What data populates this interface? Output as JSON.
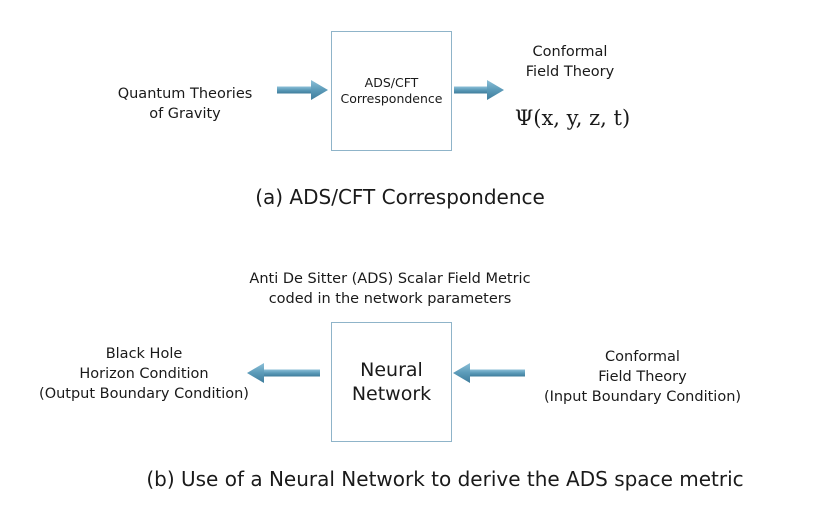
{
  "panel_a": {
    "input_label_line1": "Quantum Theories",
    "input_label_line2": "of Gravity",
    "box_line1": "ADS/CFT",
    "box_line2": "Correspondence",
    "output_label_line1": "Conformal",
    "output_label_line2": "Field Theory",
    "formula": "Ψ(x, y, z, t)",
    "caption": "(a) ADS/CFT Correspondence"
  },
  "panel_b": {
    "top_label_line1": "Anti De Sitter (ADS) Scalar Field Metric",
    "top_label_line2": "coded in the network parameters",
    "box_line1": "Neural",
    "box_line2": "Network",
    "left_label_line1": "Black Hole",
    "left_label_line2": "Horizon Condition",
    "left_label_line3": "(Output Boundary Condition)",
    "right_label_line1": "Conformal",
    "right_label_line2": "Field Theory",
    "right_label_line3": "(Input Boundary Condition)",
    "caption": "(b) Use of a Neural Network to derive the ADS space metric"
  },
  "colors": {
    "arrow": "#5b9ab8",
    "arrow_dark": "#3f7d9c",
    "box_border": "#8fb4c9"
  }
}
